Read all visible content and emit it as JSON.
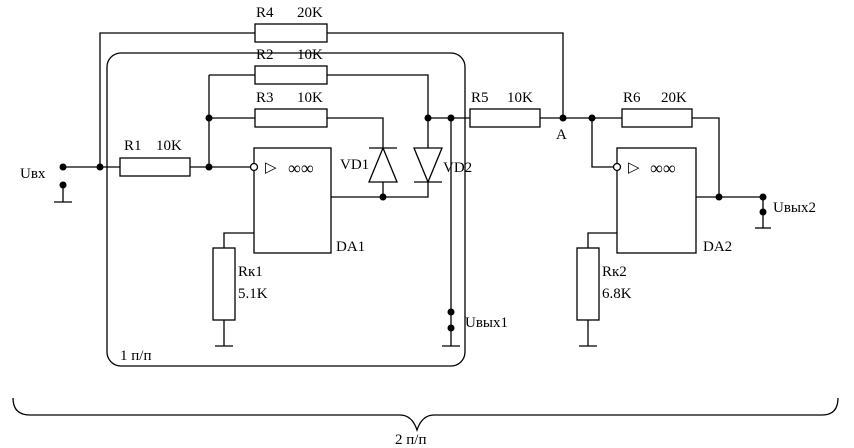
{
  "labels": {
    "input": "Uвх",
    "output1": "Uвых1",
    "output2": "Uвых2",
    "node_a": "A",
    "stage1": "1 п/п",
    "stage2": "2 п/п"
  },
  "components": {
    "r1": {
      "name": "R1",
      "value": "10K"
    },
    "r2": {
      "name": "R2",
      "value": "10K"
    },
    "r3": {
      "name": "R3",
      "value": "10K"
    },
    "r4": {
      "name": "R4",
      "value": "20K"
    },
    "r5": {
      "name": "R5",
      "value": "10K"
    },
    "r6": {
      "name": "R6",
      "value": "20K"
    },
    "rk1": {
      "name": "Rк1",
      "value": "5.1K"
    },
    "rk2": {
      "name": "Rк2",
      "value": "6.8K"
    },
    "vd1": {
      "name": "VD1"
    },
    "vd2": {
      "name": "VD2"
    },
    "da1": {
      "name": "DA1"
    },
    "da2": {
      "name": "DA2"
    }
  },
  "symbols": {
    "opamp_marker": "▷",
    "infinity": "∞∞"
  }
}
